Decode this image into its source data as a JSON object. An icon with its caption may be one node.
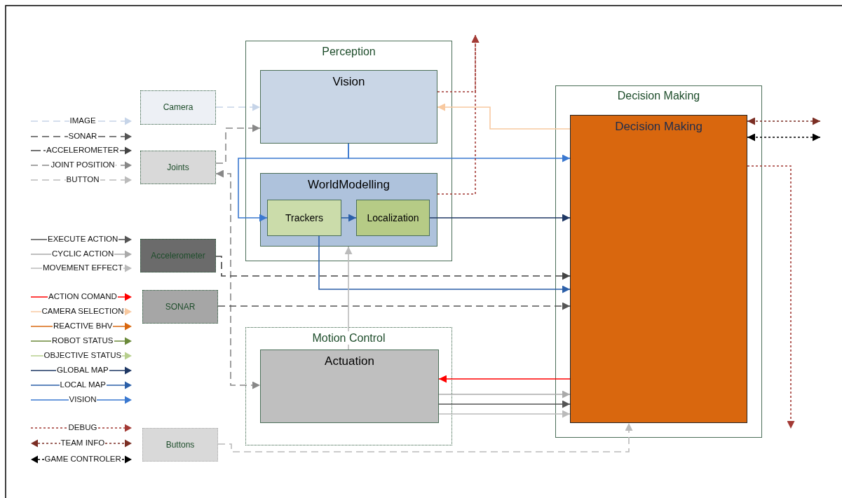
{
  "diagram": {
    "nodes": [
      {
        "text": [
          "Camera"
        ]
      },
      {
        "text": [
          "Joints"
        ]
      },
      {
        "text": [
          "Accelerometer"
        ]
      },
      {
        "text": [
          "SONAR"
        ]
      },
      {
        "text": [
          "Buttons"
        ]
      },
      {
        "text": [
          "Perception"
        ]
      },
      {
        "text": [
          "Vision"
        ],
        "in": 5
      },
      {
        "text": [
          "WorldModelling"
        ],
        "in": 5
      },
      {
        "text": [
          "Trackers"
        ],
        "in": 7
      },
      {
        "text": [
          "Localization"
        ],
        "in": 7
      },
      {
        "text": [
          "Decision Making"
        ]
      },
      {
        "text": [
          "Decision Making"
        ],
        "in": 10
      },
      {
        "text": [
          "Motion Control"
        ]
      },
      {
        "text": [
          "Actuation"
        ],
        "in": 12
      }
    ],
    "edges": [
      {
        "from": 0,
        "to": 6,
        "arrow": "to",
        "style": "dashed",
        "color": "#c6d4e8"
      },
      {
        "from": 1,
        "to": 6,
        "arrow": "to",
        "style": "dashed",
        "color": "#888888"
      },
      {
        "from": 1,
        "to": 13,
        "arrow": "both",
        "style": "dashed",
        "color": "#888888"
      },
      {
        "from": 2,
        "to": 11,
        "arrow": "to",
        "style": "dashed",
        "color": "#444444"
      },
      {
        "from": 3,
        "to": 11,
        "arrow": "to",
        "style": "dashed",
        "color": "#555555"
      },
      {
        "from": 4,
        "to": 11,
        "arrow": "to",
        "style": "dashed",
        "color": "#bbbbbb"
      },
      {
        "from": 6,
        "to": 11,
        "arrow": "to",
        "color": "#3a78d0"
      },
      {
        "from": 6,
        "to": 8,
        "arrow": "to",
        "color": "#3a78d0"
      },
      {
        "from": 8,
        "to": 9,
        "arrow": "to",
        "color": "#2b5fa8"
      },
      {
        "from": 9,
        "to": 11,
        "arrow": "to",
        "color": "#1f3864"
      },
      {
        "from": 8,
        "to": 11,
        "arrow": "to",
        "color": "#2b5fa8"
      },
      {
        "from": 13,
        "to": 7,
        "arrow": "to",
        "color": "#bbbbbb"
      },
      {
        "from": 11,
        "to": 6,
        "arrow": "to",
        "color": "#f8c9a0"
      },
      {
        "from": 6,
        "to": null,
        "arrow": "to",
        "style": "dashed",
        "color": "#a33a35"
      },
      {
        "from": 7,
        "to": null,
        "arrow": "to",
        "style": "dashed",
        "color": "#a33a35"
      },
      {
        "from": 11,
        "to": 13,
        "arrow": "to",
        "color": "#ff0000"
      },
      {
        "from": 13,
        "to": 11,
        "arrow": "to",
        "color": "#aaaaaa"
      },
      {
        "from": 13,
        "to": 11,
        "arrow": "to",
        "color": "#555555"
      },
      {
        "from": 13,
        "to": 11,
        "arrow": "to",
        "color": "#bbbbbb"
      },
      {
        "from": 11,
        "to": null,
        "arrow": "to",
        "style": "dashed",
        "color": "#a33a35"
      },
      {
        "from": 11,
        "to": null,
        "arrow": "both",
        "style": "dashed",
        "color": "#7b2e24"
      },
      {
        "from": 11,
        "to": null,
        "arrow": "both",
        "style": "dashed",
        "color": "#000000"
      }
    ],
    "legend": [
      {
        "text": "IMAGE"
      },
      {
        "text": "SONAR"
      },
      {
        "text": "ACCELEROMETER"
      },
      {
        "text": "JOINT POSITION"
      },
      {
        "text": "BUTTON"
      },
      {
        "text": "EXECUTE ACTION"
      },
      {
        "text": "CYCLIC ACTION"
      },
      {
        "text": "MOVEMENT EFFECT"
      },
      {
        "text": "ACTION COMAND"
      },
      {
        "text": "CAMERA SELECTION"
      },
      {
        "text": "REACTIVE BHV"
      },
      {
        "text": "ROBOT STATUS"
      },
      {
        "text": "OBJECTIVE STATUS"
      },
      {
        "text": "GLOBAL MAP"
      },
      {
        "text": "LOCAL MAP"
      },
      {
        "text": "VISION"
      },
      {
        "text": "DEBUG"
      },
      {
        "text": "TEAM INFO"
      },
      {
        "text": "GAME CONTROLER"
      }
    ]
  }
}
